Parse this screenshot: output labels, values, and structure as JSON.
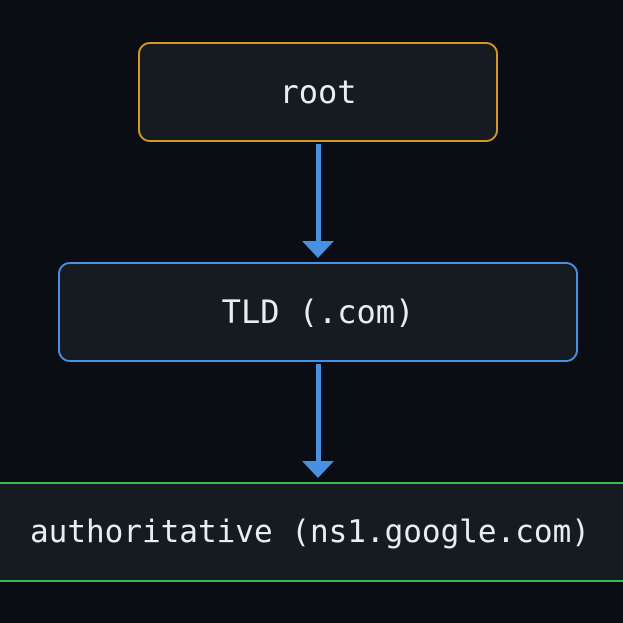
{
  "diagram": {
    "nodes": [
      {
        "id": "root",
        "label": "root",
        "border_color": "#d29922"
      },
      {
        "id": "tld",
        "label": "TLD (.com)",
        "border_color": "#4a90e2"
      },
      {
        "id": "authoritative",
        "label": "authoritative (ns1.google.com)",
        "border_color": "#3fb950"
      }
    ],
    "edges": [
      {
        "from": "root",
        "to": "tld",
        "color": "#4a90e2"
      },
      {
        "from": "tld",
        "to": "authoritative",
        "color": "#4a90e2"
      }
    ]
  },
  "colors": {
    "background": "#0a0e14",
    "node_fill": "#161b22",
    "text": "#e6edf3"
  }
}
